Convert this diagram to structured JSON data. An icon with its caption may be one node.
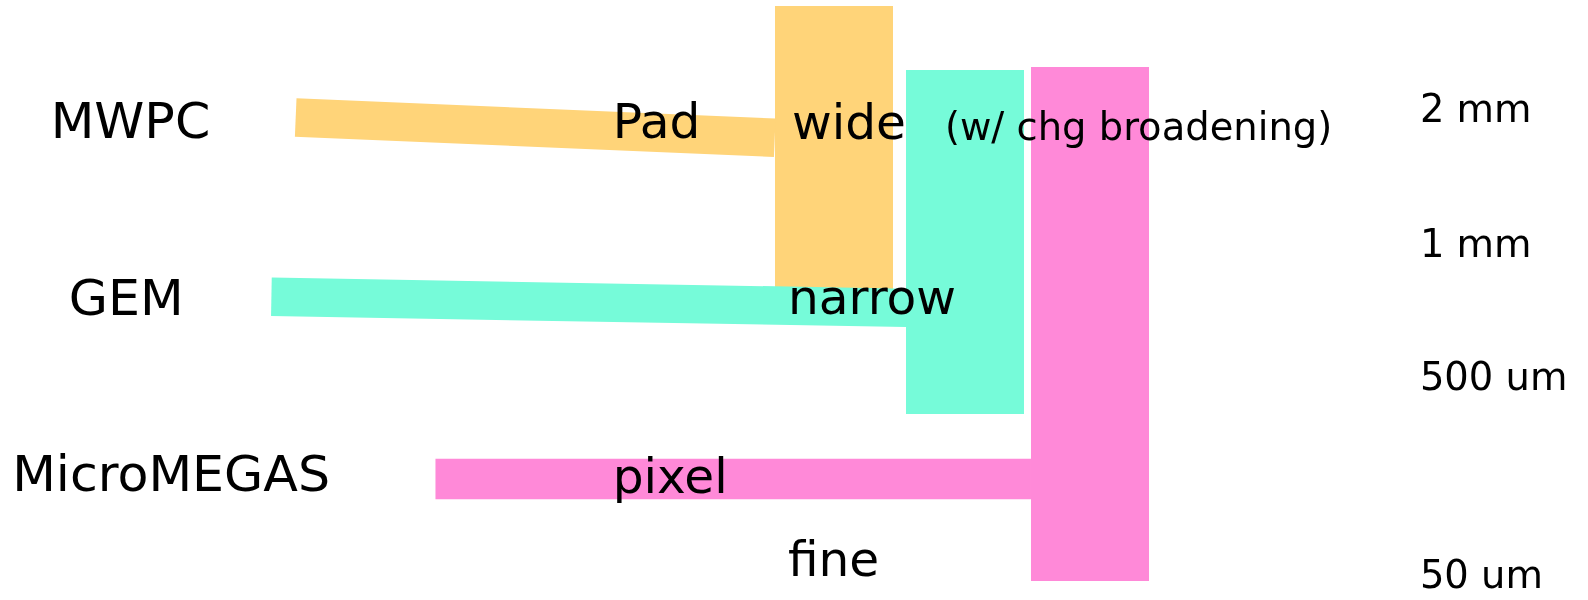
{
  "diagram": {
    "nodes": [
      {
        "text": [
          "MWPC"
        ]
      },
      {
        "text": [
          "GEM"
        ]
      },
      {
        "text": [
          "MicroMEGAS"
        ]
      },
      {
        "text": [],
        "shape": "bar"
      },
      {
        "text": [],
        "shape": "bar"
      },
      {
        "text": [],
        "shape": "bar"
      }
    ],
    "edges": [
      {
        "from": 0,
        "to": 3,
        "arrow": "none",
        "label": "Pad",
        "color": "#ffd479"
      },
      {
        "from": 1,
        "to": 4,
        "arrow": "none",
        "color": "#76fbd9"
      },
      {
        "from": 2,
        "to": 5,
        "arrow": "none",
        "label": "pixel",
        "color": "#ff89d8"
      }
    ],
    "labels": [
      "wide",
      "(w/ chg broadening)",
      "2 mm",
      "1 mm",
      "narrow",
      "500 um",
      "fine",
      "50 um"
    ]
  }
}
